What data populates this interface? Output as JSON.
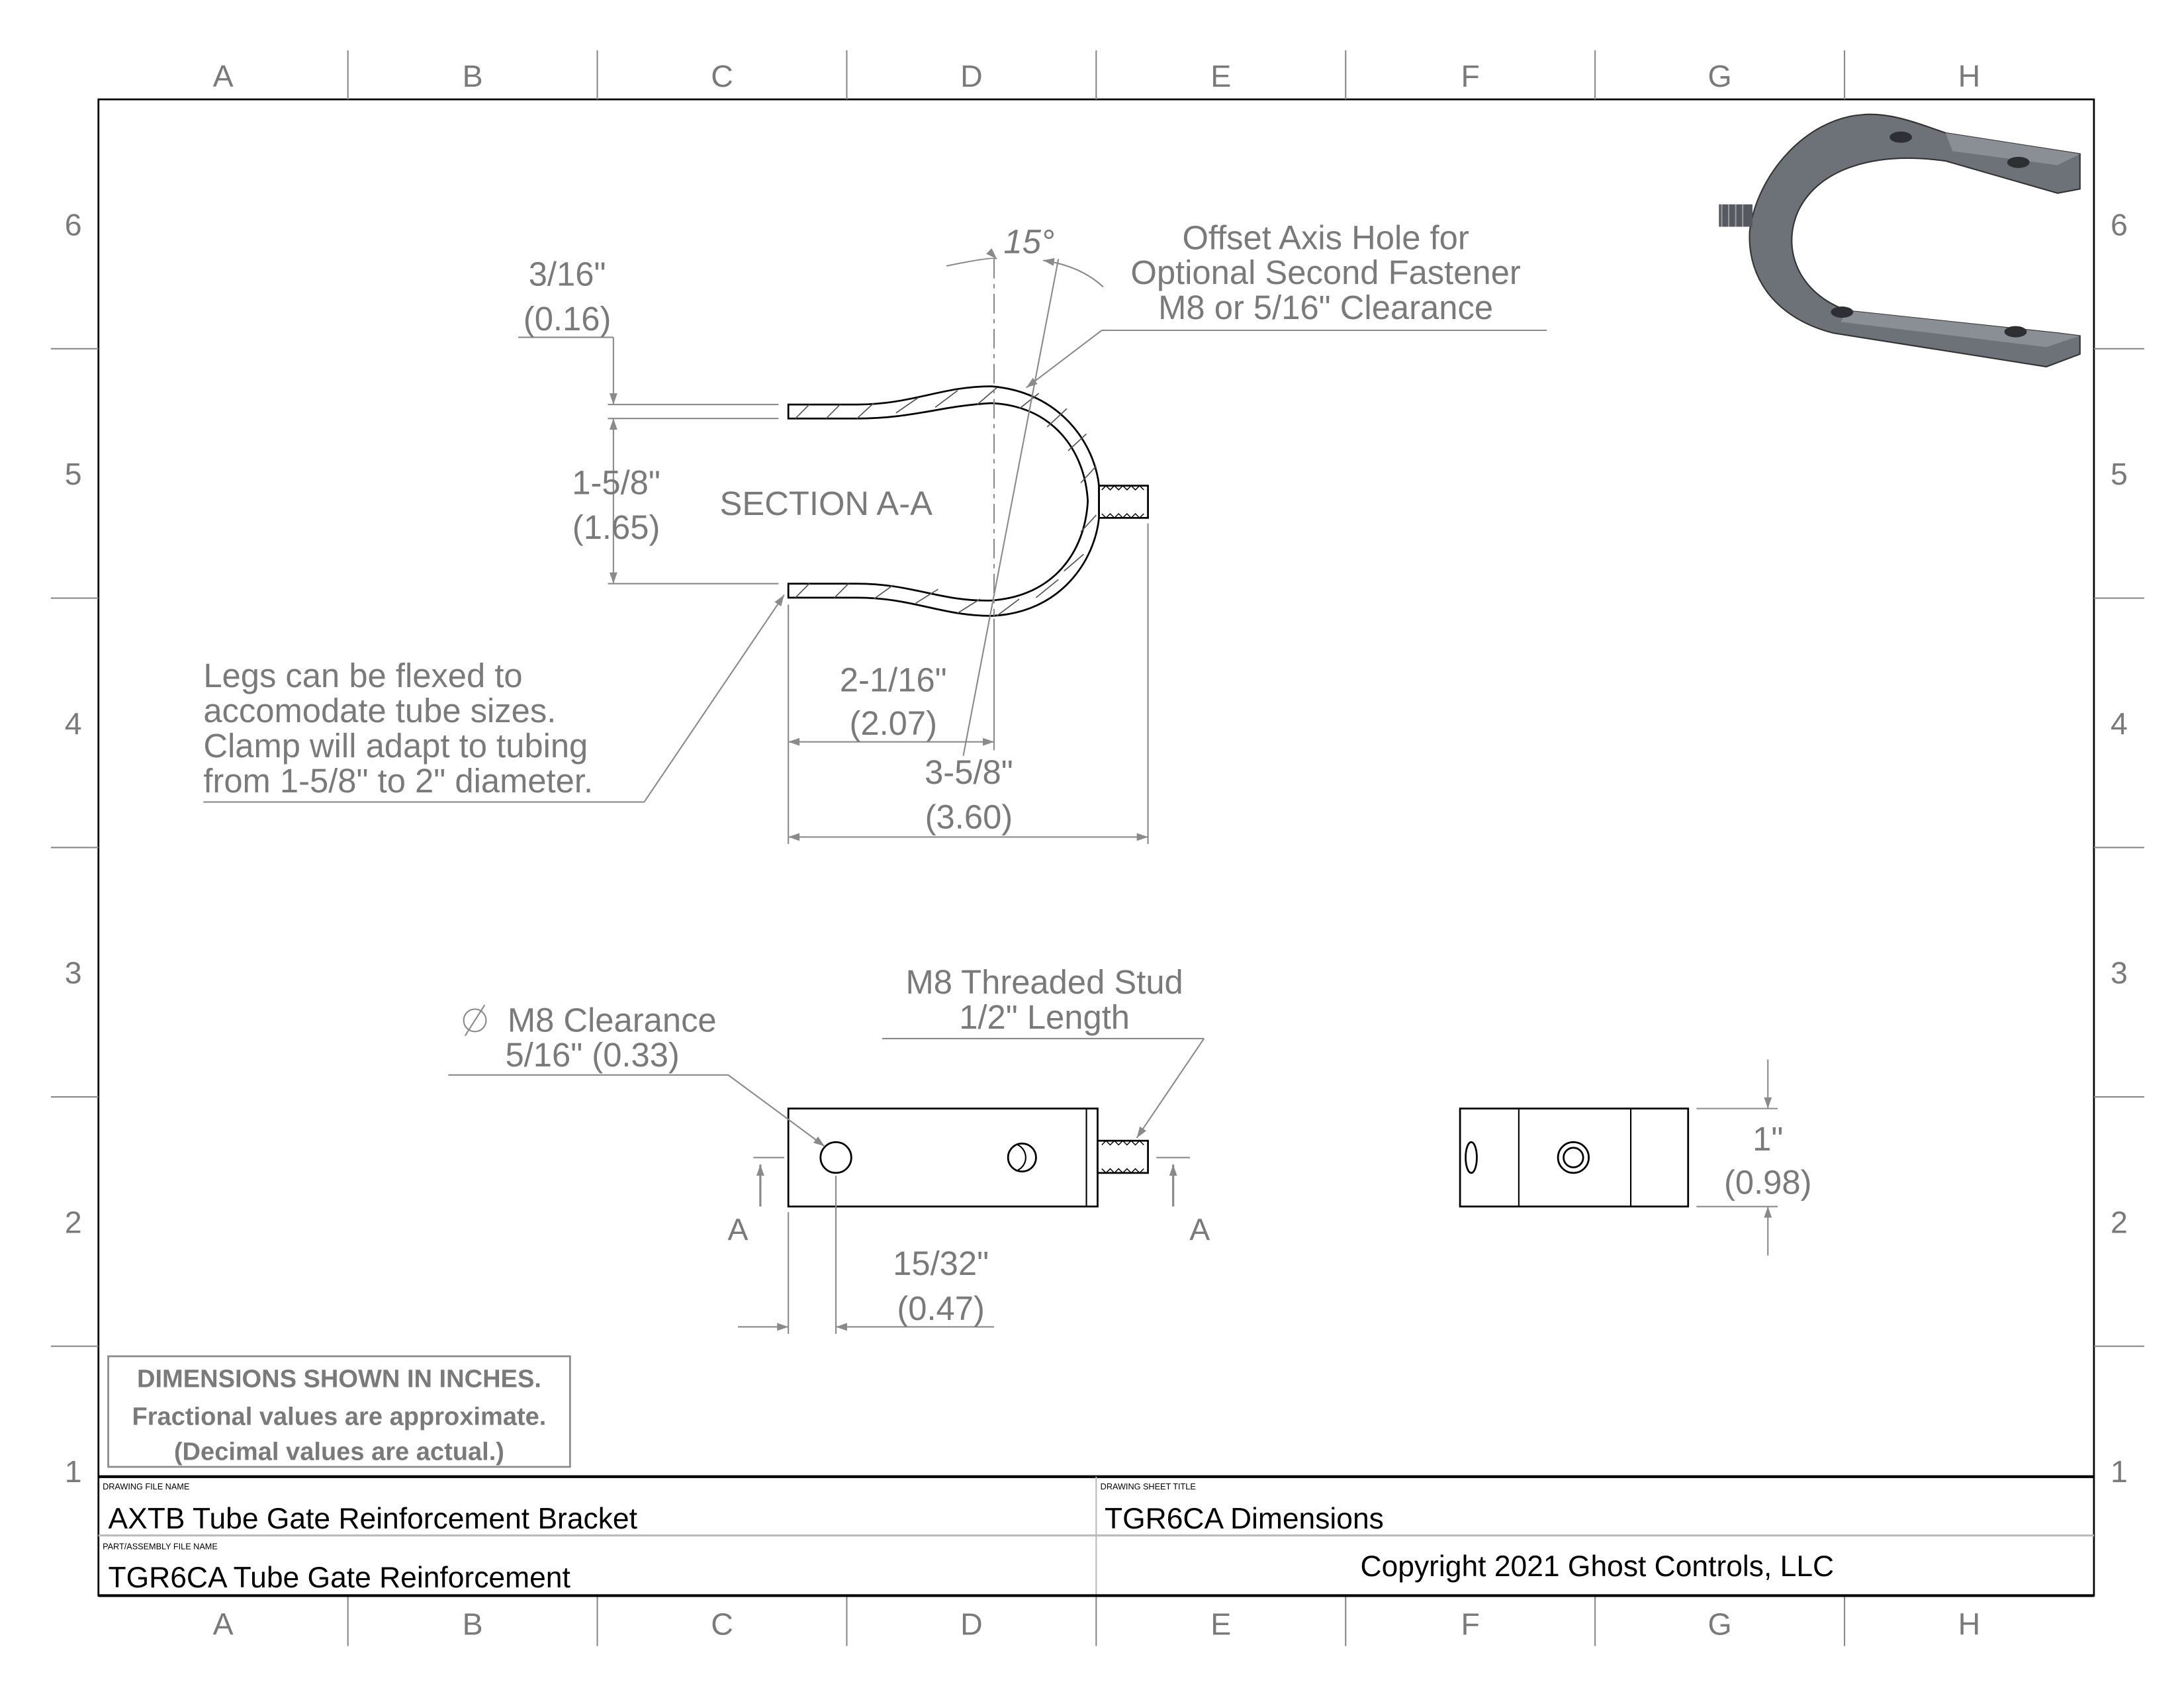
{
  "frame": {
    "columns": [
      "A",
      "B",
      "C",
      "D",
      "E",
      "F",
      "G",
      "H"
    ],
    "rows": [
      "6",
      "5",
      "4",
      "3",
      "2",
      "1"
    ]
  },
  "section_view": {
    "title": "SECTION A-A",
    "dim_thickness": {
      "fraction": "3/16\"",
      "decimal": "(0.16)"
    },
    "dim_gap": {
      "fraction": "1-5/8\"",
      "decimal": "(1.65)"
    },
    "dim_depth_inner": {
      "fraction": "2-1/16\"",
      "decimal": "(2.07)"
    },
    "dim_depth_overall": {
      "fraction": "3-5/8\"",
      "decimal": "(3.60)"
    },
    "angle": "15°",
    "note_offset_hole": [
      "Offset Axis Hole for",
      "Optional Second Fastener",
      "M8 or 5/16\" Clearance"
    ],
    "note_legs": [
      "Legs can be flexed to",
      "accomodate tube sizes.",
      "Clamp will adapt to tubing",
      "from 1-5/8\" to 2\" diameter."
    ]
  },
  "front_view": {
    "note_clearance": [
      "M8 Clearance",
      "5/16\" (0.33)"
    ],
    "note_stud": [
      "M8 Threaded Stud",
      "1/2\" Length"
    ],
    "section_label": "A",
    "dim_hole_offset": {
      "fraction": "15/32\"",
      "decimal": "(0.47)"
    }
  },
  "side_view": {
    "dim_width": {
      "fraction": "1\"",
      "decimal": "(0.98)"
    }
  },
  "notes_box": [
    "DIMENSIONS SHOWN IN INCHES.",
    "Fractional values are approximate.",
    "(Decimal values are actual.)"
  ],
  "title_block": {
    "drawing_file_name_label": "DRAWING FILE NAME",
    "drawing_file_name": "AXTB Tube Gate Reinforcement Bracket",
    "sheet_title_label": "DRAWING SHEET TITLE",
    "sheet_title": "TGR6CA Dimensions",
    "part_file_name_label": "PART/ASSEMBLY FILE NAME",
    "part_file_name": "TGR6CA Tube Gate Reinforcement",
    "copyright": "Copyright 2021 Ghost Controls, LLC"
  }
}
